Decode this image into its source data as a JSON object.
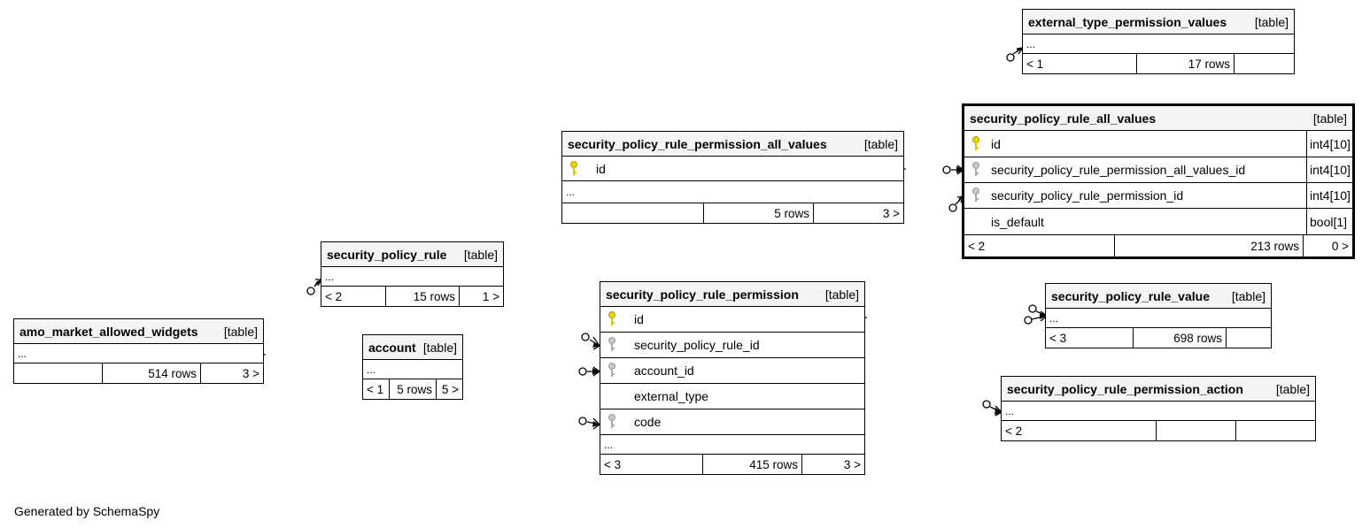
{
  "footer": {
    "generated_by": "Generated by SchemaSpy"
  },
  "tables": {
    "amo_market_allowed_widgets": {
      "name": "amo_market_allowed_widgets",
      "tag": "[table]",
      "ellipsis": "...",
      "footer": [
        "",
        "514 rows",
        "3 >"
      ]
    },
    "security_policy_rule": {
      "name": "security_policy_rule",
      "tag": "[table]",
      "ellipsis": "...",
      "footer": [
        "< 2",
        "15 rows",
        "1 >"
      ]
    },
    "account": {
      "name": "account",
      "tag": "[table]",
      "ellipsis": "...",
      "footer": [
        "< 1",
        "5 rows",
        "5 >"
      ]
    },
    "security_policy_rule_permission_all_values": {
      "name": "security_policy_rule_permission_all_values",
      "tag": "[table]",
      "ellipsis": "...",
      "columns": [
        {
          "name": "id",
          "key": "primary"
        }
      ],
      "footer": [
        "",
        "5 rows",
        "3 >"
      ]
    },
    "security_policy_rule_permission": {
      "name": "security_policy_rule_permission",
      "tag": "[table]",
      "ellipsis": "...",
      "columns": [
        {
          "name": "id",
          "key": "primary"
        },
        {
          "name": "security_policy_rule_id",
          "key": "foreign"
        },
        {
          "name": "account_id",
          "key": "foreign"
        },
        {
          "name": "external_type",
          "key": "none"
        },
        {
          "name": "code",
          "key": "foreign"
        }
      ],
      "footer": [
        "< 3",
        "415 rows",
        "3 >"
      ]
    },
    "external_type_permission_values": {
      "name": "external_type_permission_values",
      "tag": "[table]",
      "ellipsis": "...",
      "footer": [
        "< 1",
        "17 rows",
        ""
      ]
    },
    "security_policy_rule_all_values": {
      "name": "security_policy_rule_all_values",
      "tag": "[table]",
      "columns": [
        {
          "name": "id",
          "key": "primary",
          "type": "int4[10]"
        },
        {
          "name": "security_policy_rule_permission_all_values_id",
          "key": "foreign",
          "type": "int4[10]"
        },
        {
          "name": "security_policy_rule_permission_id",
          "key": "foreign",
          "type": "int4[10]"
        },
        {
          "name": "is_default",
          "key": "none",
          "type": "bool[1]"
        }
      ],
      "footer": [
        "< 2",
        "213 rows",
        "0 >"
      ]
    },
    "security_policy_rule_value": {
      "name": "security_policy_rule_value",
      "tag": "[table]",
      "ellipsis": "...",
      "footer": [
        "< 3",
        "698 rows",
        ""
      ]
    },
    "security_policy_rule_permission_action": {
      "name": "security_policy_rule_permission_action",
      "tag": "[table]",
      "ellipsis": "...",
      "footer": [
        "< 2",
        "",
        ""
      ]
    }
  }
}
